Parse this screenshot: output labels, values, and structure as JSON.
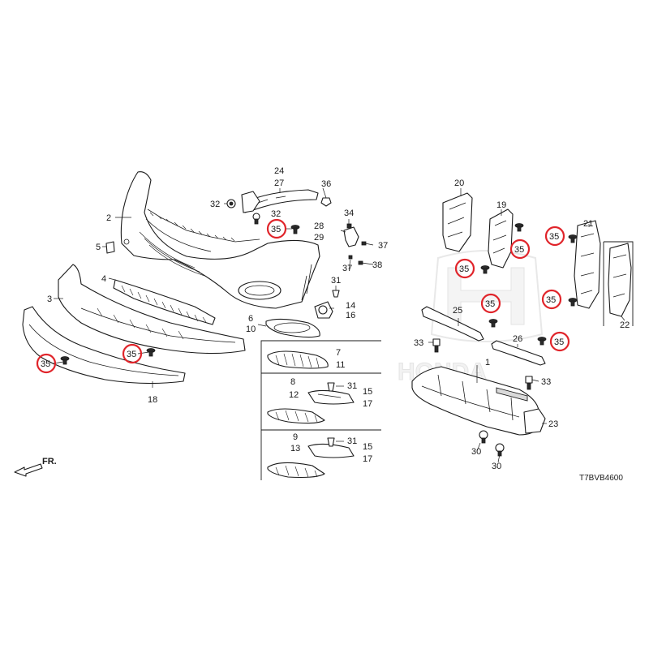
{
  "diagram": {
    "code": "T7BVB4600",
    "front_indicator": "FR.",
    "watermark": "HONDA",
    "highlight_color": "#e0242a",
    "highlighted_part": "35",
    "part_labels": {
      "p1": "1",
      "p2": "2",
      "p3": "3",
      "p4": "4",
      "p5": "5",
      "p6": "6",
      "p7": "7",
      "p8": "8",
      "p9": "9",
      "p10": "10",
      "p11": "11",
      "p12": "12",
      "p13": "13",
      "p14": "14",
      "p15a": "15",
      "p15b": "15",
      "p16": "16",
      "p17a": "17",
      "p17b": "17",
      "p18": "18",
      "p19": "19",
      "p20": "20",
      "p21": "21",
      "p22": "22",
      "p23": "23",
      "p24": "24",
      "p25": "25",
      "p26": "26",
      "p27": "27",
      "p28": "28",
      "p29": "29",
      "p30a": "30",
      "p30b": "30",
      "p31a": "31",
      "p31b": "31",
      "p31c": "31",
      "p32a": "32",
      "p32b": "32",
      "p33a": "33",
      "p33b": "33",
      "p34": "34",
      "p36": "36",
      "p37a": "37",
      "p37b": "37",
      "p38": "38"
    },
    "callouts_35": [
      "35",
      "35",
      "35",
      "35",
      "35",
      "35",
      "35",
      "35",
      "35"
    ]
  }
}
